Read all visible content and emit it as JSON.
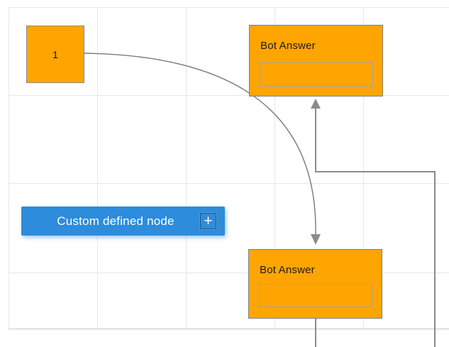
{
  "canvas": {
    "background_color": "#ffffff",
    "grid_line_color": "#e7e7e7",
    "grid_border_color": "#dcdcdc"
  },
  "connectors": {
    "ortho_color": "#8b8b8b",
    "curve_color": "#7a7a7a",
    "arrow_color": "#8b8b8b"
  },
  "nodes": {
    "start": {
      "label": "1",
      "fill": "#FFA502",
      "border_color": "#8a8a8a"
    },
    "bot_answer_top": {
      "title": "Bot Answer",
      "fill": "#FFA502",
      "border_color": "#7f7f7f"
    },
    "bot_answer_bottom": {
      "title": "Bot Answer",
      "fill": "#FFA502",
      "border_color": "#7f7f7f"
    },
    "custom_node": {
      "label": "Custom defined node",
      "fill": "#2D8CDB",
      "text_color": "#ffffff",
      "add_button_glyph": "+"
    }
  }
}
